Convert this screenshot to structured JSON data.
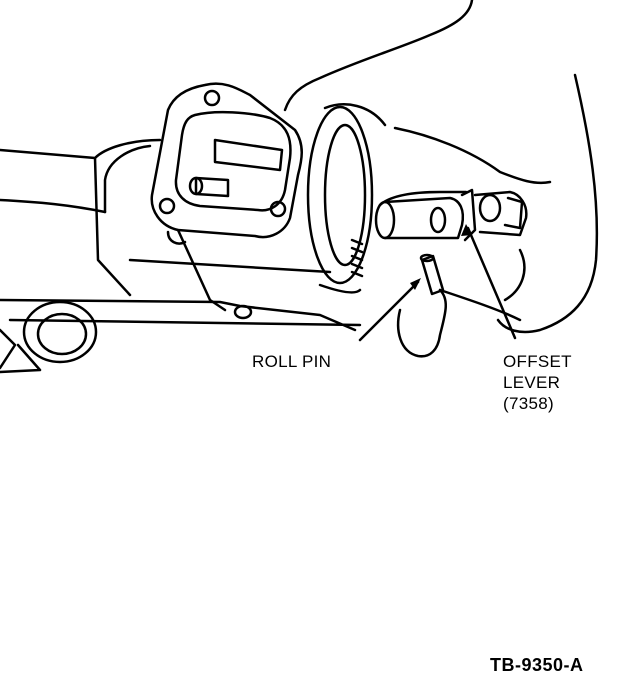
{
  "callouts": {
    "roll_pin": "ROLL PIN",
    "offset_lever": {
      "line1": "OFFSET",
      "line2": "LEVER",
      "line3": "(7358)"
    }
  },
  "figure_id": "TB-9350-A",
  "colors": {
    "ink": "#000000",
    "paper": "#ffffff"
  }
}
